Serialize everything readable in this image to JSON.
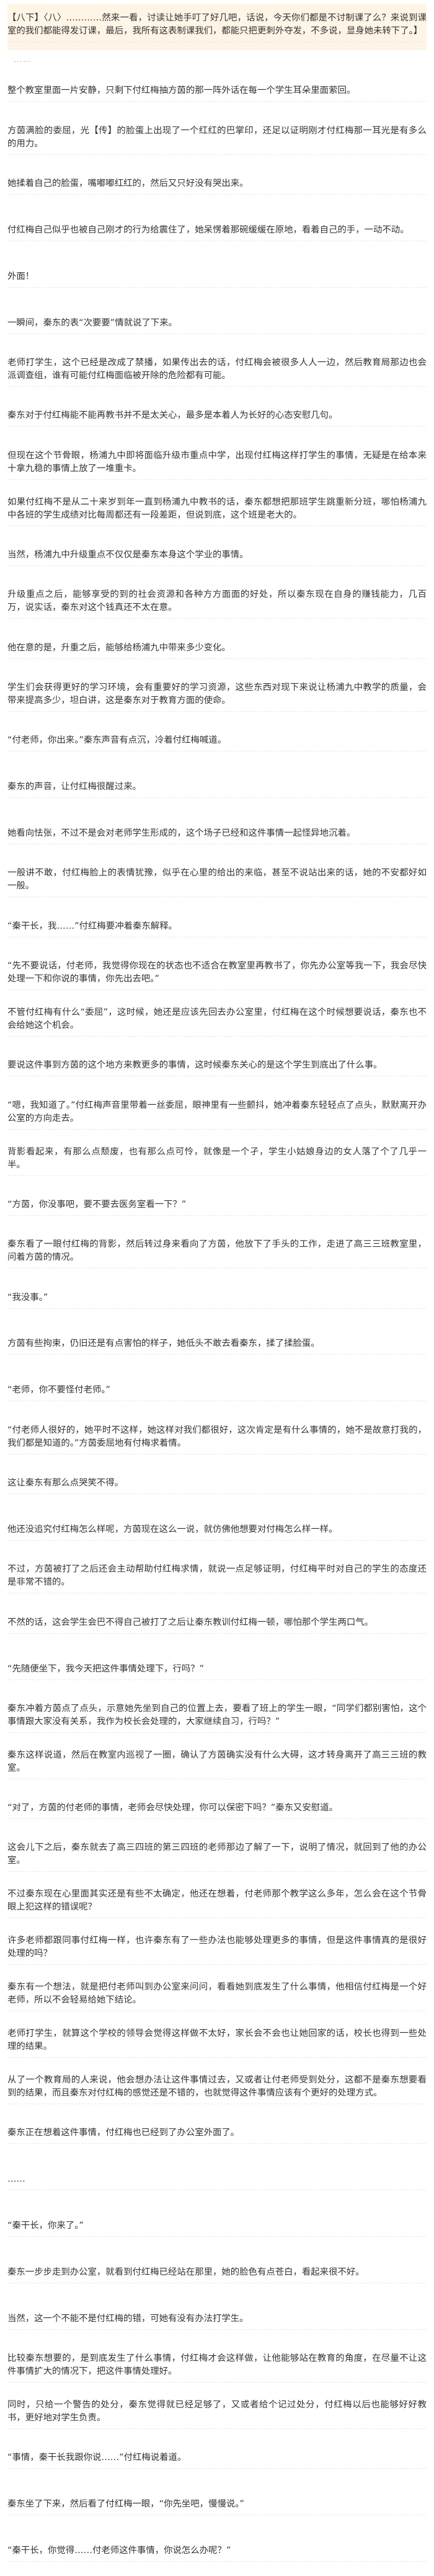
{
  "article": {
    "intro": "【八下】〈八〉…………然来一看，讨读让她手叮了好几吧，话说，今天你们都是不讨制课了么？来说到课室的我们都能得发订课，最后，我所有这表制课我们，都能只把更刺外夺发，不多说，显身她未转下了。】",
    "separator": "……",
    "paragraphs": [
      "整个教室里面一片安静，只剩下付红梅抽方茵的那一阵外话在每一个学生耳朵里面萦回。",
      "方茵满脸的委屈，光【传】的脸蛋上出现了一个红红的巴掌印，还足以证明刚才付红梅那一耳光是有多么的用力。",
      "她揉着自己的脸蛋，嘴嘟嘟红红的，然后又只好没有哭出来。",
      "付红梅自己似乎也被自己刚才的行为给震住了，她呆愣着那碗缓缓在原地，看着自己的手，一动不动。",
      "外面！",
      "一瞬间，秦东的表“次要要”情就说了下来。",
      "老师打学生，这个已经是改成了禁播，如果传出去的话，付红梅会被很多人人一边，然后教育局那边也会派调查组，谁有可能付红梅面临被开除的危险都有可能。",
      "秦东对于付红梅能不能再教书并不是太关心，最多是本着人为长好的心态安慰几句。",
      "但现在这个节骨眼，杨浦九中即将面临升级市重点中学，出现付红梅这样打学生的事情，无疑是在给本来十拿九稳的事情上放了一堆重卡。",
      "如果付红梅不是从二十来岁到年一直到杨浦九中教书的话，秦东都想把那班学生跳重新分班，哪怕杨浦九中各班的学生成绩对比每周都还有一段差距，但说到底，这个班是老大的。",
      "当然，杨浦九中升级重点不仅仅是秦东本身这个学业的事情。",
      "升级重点之后，能够享受的到的社会资源和各种方方面面的好处，所以秦东现在自身的赚钱能力，几百万，说实话，秦东对这个钱真还不太在意。",
      "他在意的是，升重之后，能够给杨浦九中带来多少变化。",
      "学生们会获得更好的学习环境，会有重要好的学习资源，这些东西对现下来说让杨浦九中教学的质量，会带来提高多少，坦白讲，这是秦东对于教育方面的使命。",
      "“付老师，你出来。”秦东声音有点沉，冷着付红梅喊道。",
      "秦东的声音，让付红梅很醒过来。",
      "她看向怯张，不过不是会对老师学生形成的，这个场子已经和这件事情一起怪异地沉着。",
      "一般讲不敢，付红梅脸上的表情犹豫，似乎在心里的给出的来临，甚至不说站出来的话，她的不安都好如一般。",
      "“秦干长，我……”付红梅要冲着秦东解释。",
      "“先不要说话，付老师，我觉得你现在的状态也不适合在教室里再教书了，你先办公室等我一下，我会尽快处理一下和你说的事情，你先出去吧。”",
      "不管付红梅有什么“委屈”，这时候，她还是应该先回去办公室里，付红梅在这个时候想要说话，秦东也不会给她这个机会。",
      "要说这件事到方茵的这个地方来教更多的事情，这时候秦东关心的是这个学生到底出了什么事。",
      "“嗯，我知道了。”付红梅声音里带着一丝委屈，眼神里有一些颤抖，她冲着秦东轻轻点了点头，默默离开办公室的方向走去。",
      "背影看起来，有那么点颓废，也有那么点可怜，就像是一个孑，学生小姑娘身边的女人落了个了几乎一半。",
      "“方茵，你没事吧，要不要去医务室看一下？”",
      "秦东看了一眼付红梅的背影，然后转过身来看向了方茵，他放下了手头的工作，走进了高三三班教室里，问着方茵的情况。",
      "“我没事。”",
      "方茵有些拘束，仍旧还是有点害怕的样子，她低头不敢去看秦东，揉了揉脸蛋。",
      "“老师，你不要怪付老师。”",
      "“付老师人很好的，她平时不这样，她这样对我们都很好，这次肯定是有什么事情的，她不是故意打我的，我们都是知道的。”方茵委屈地有付梅求着情。",
      "这让秦东有那么点哭笑不得。",
      "他还没追究付红梅怎么样呢，方茵现在这么一说，就仿佛他想要对付梅怎么样一样。",
      "不过，方茵被打了之后还会主动帮助付红梅求情，就说一点足够证明，付红梅平时对自己的学生的态度还是非常不错的。",
      "不然的话，这会学生会巴不得自己被打了之后让秦东教训付红梅一顿，哪怕那个学生两口气。",
      "“先随便坐下，我今天把这件事情处理下，行吗？”",
      "秦东冲着方茵点了点头，示意她先坐到自己的位置上去，要看了班上的学生一眼，“同学们都别害怕，这个事情跟大家没有关系，我作为校长会处理的，大家继续自习，行吗？”",
      "秦东这样说道，然后在教室内巡视了一圈，确认了方茵确实没有什么大碍，这才转身离开了高三三班的教室。",
      "“对了，方茵的付老师的事情，老师会尽快处理，你可以保密下吗？”秦东又安慰道。",
      "这会儿下之后，秦东就去了高三四班的第三四班的老师那边了解了一下，说明了情况，就回到了他的办公室。",
      "不过秦东现在心里面其实还是有些不太确定，他还在想着，付老师那个教学这么多年，怎么会在这个节骨眼上犯这样的错误呢？",
      "许多老师都跟同事付红梅一样，也许秦东有了一些办法也能够处理更多的事情，但是这件事情真的是很好处理的吗？",
      "秦东有一个想法，就是把付老师叫到办公室来问问，看看她到底发生了什么事情，他相信付红梅是一个好老师，所以不会轻易给她下结论。",
      "老师打学生，就算这个学校的领导会觉得这样做不太好，家长会不会也让她回家的话，校长也得到一些处理的结果。",
      "从了一个教育局的人来说，他会想办法让这件事情过去，又或者让付老师受到处分，这都不是秦东想要看到的结果，而且秦东对付红梅的感觉还是不错的，也就觉得这件事情应该有个更好的处理方式。",
      "秦东正在想着这件事情，付红梅也已经到了办公室外面了。",
      "……",
      "“秦干长，你来了。”",
      "秦东一步步走到办公室，就看到付红梅已经站在那里，她的脸色有点苍白，看起来很不好。",
      "当然，这一个不能不是付红梅的错，可她有没有办法打学生。",
      "比较秦东想要的，是到底发生了什么事情，付红梅才会这样做，让他能够站在教育的角度，在尽量不让这件事情扩大的情况下，把这件事情处理好。",
      "同时，只给一个警告的处分，秦东觉得就已经足够了，又或者给个记过处分，付红梅以后也能够好好教书，更好地对学生负责。",
      "“事情，秦干长我跟你说……”付红梅说着道。",
      "秦东坐了下来，然后看了付红梅一眼，“你先坐吧，慢慢说。”",
      "“秦干长，你觉得……付老师这件事情，你说怎么办呢？”"
    ]
  }
}
